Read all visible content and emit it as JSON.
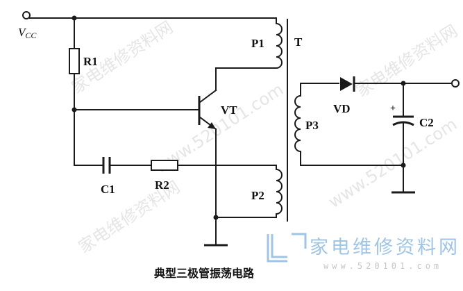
{
  "labels": {
    "vcc": "V",
    "vcc_sub": "CC",
    "r1": "R1",
    "p1": "P1",
    "t": "T",
    "vt": "VT",
    "vd": "VD",
    "p3": "P3",
    "c2": "C2",
    "c2_plus": "+",
    "c1": "C1",
    "r2": "R2",
    "p2": "P2"
  },
  "caption": "典型三极管振荡电路",
  "watermark": {
    "text": "家电维修资料网",
    "url": "www.520101.com",
    "brand_text": "家电维修资料网",
    "brand_url": "www.520101.com"
  },
  "colors": {
    "line": "#1a1a1a",
    "brand_blue": "#9ec4e6",
    "watermark_gray": "#d0d0d0"
  }
}
